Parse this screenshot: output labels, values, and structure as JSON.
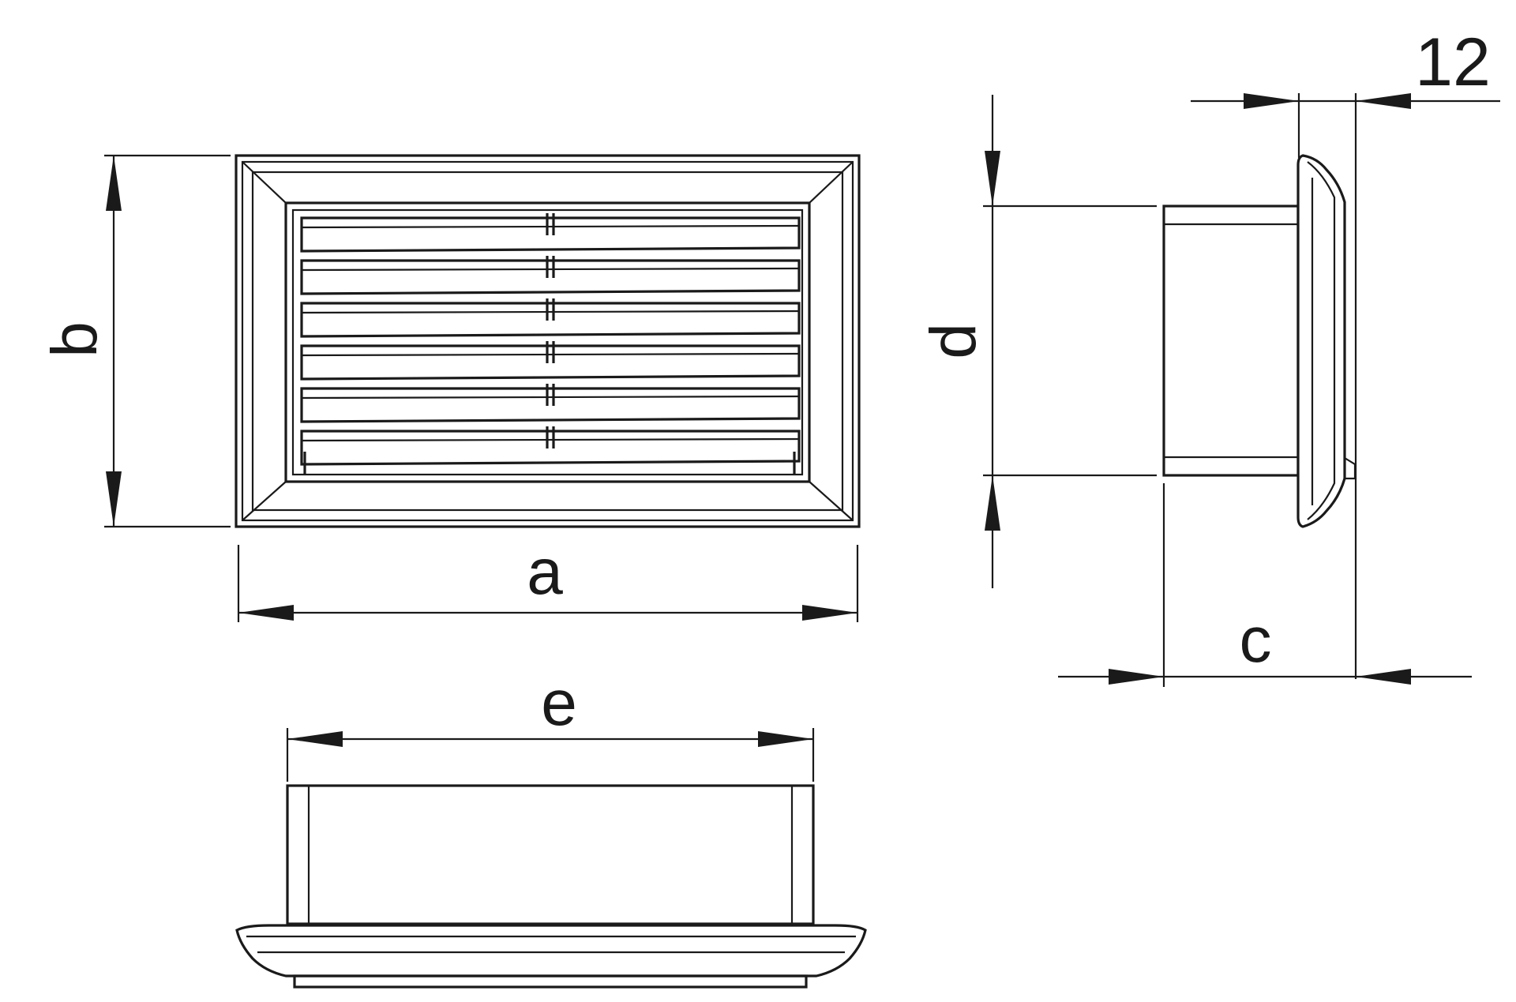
{
  "dimensions": {
    "a": "a",
    "b": "b",
    "c": "c",
    "d": "d",
    "e": "e",
    "flange_thickness": "12"
  },
  "views": {
    "front_view": {
      "louver_count": 6
    },
    "side_view": {},
    "top_view": {}
  },
  "colors": {
    "line": "#1a1a1a",
    "background": "#ffffff"
  }
}
